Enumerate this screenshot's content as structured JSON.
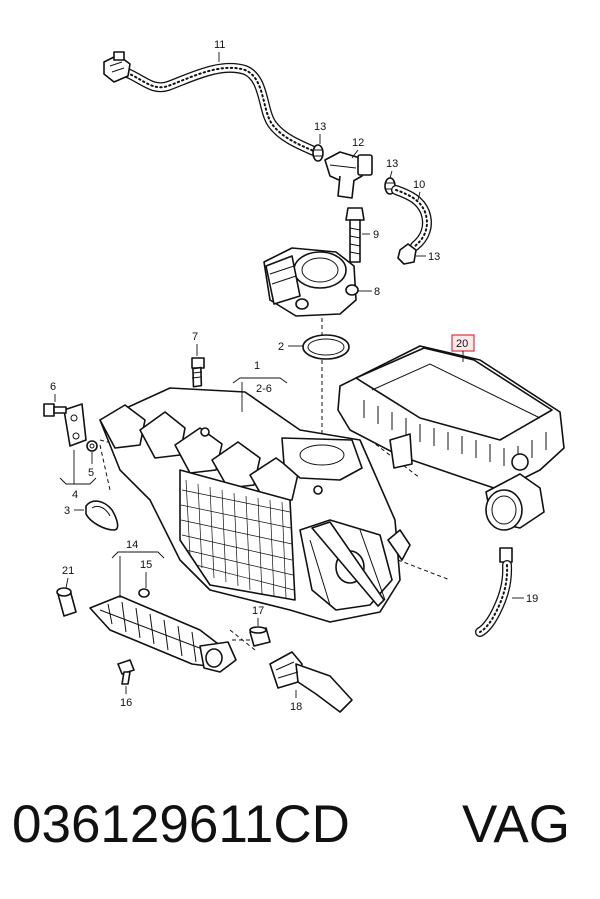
{
  "callouts": {
    "c1": "1",
    "c1range": "2-6",
    "c2": "2",
    "c3": "3",
    "c4": "4",
    "c5": "5",
    "c6": "6",
    "c7": "7",
    "c8": "8",
    "c9": "9",
    "c10": "10",
    "c11": "11",
    "c12": "12",
    "c13a": "13",
    "c13b": "13",
    "c13c": "13",
    "c14": "14",
    "c15": "15",
    "c16": "16",
    "c17": "17",
    "c18": "18",
    "c19": "19",
    "c20": "20",
    "c21": "21"
  },
  "highlight_color": "#d9333f",
  "footer": {
    "part_number": "036129611CD",
    "brand": "VAG"
  }
}
